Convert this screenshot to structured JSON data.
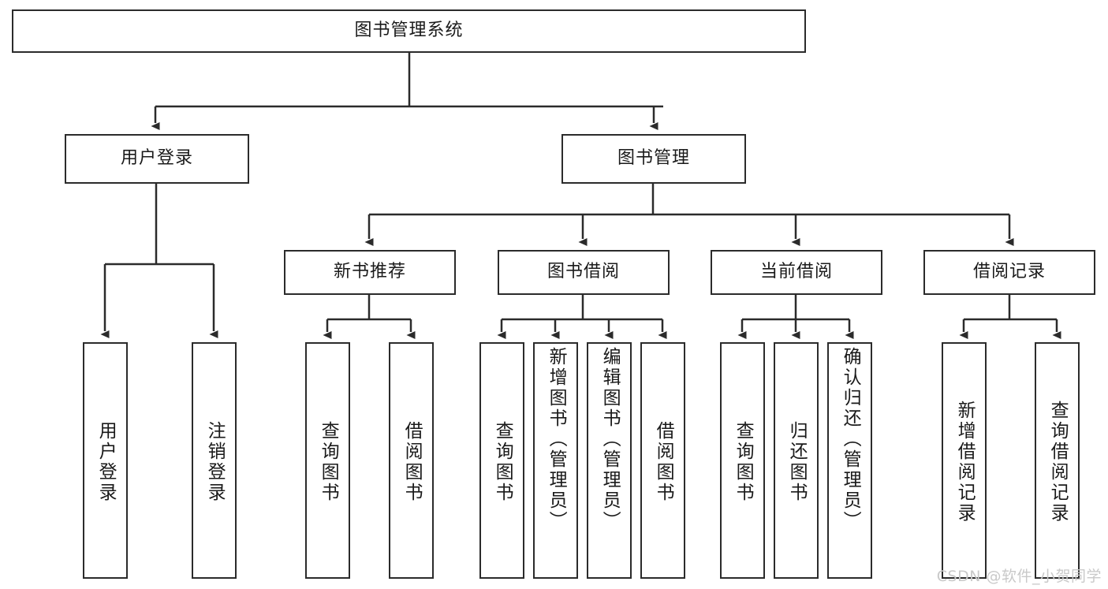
{
  "diagram": {
    "title": "图书管理系统",
    "type": "tree-hierarchy",
    "colors": {
      "box_border": "#2b2b2b",
      "box_fill": "#ffffff",
      "connector": "#2b2b2b",
      "background": "#ffffff",
      "watermark": "#c9c9c9"
    },
    "watermark": "CSDN @软件_小贺同学"
  },
  "nodes": {
    "root": {
      "label": "图书管理系统",
      "level": 0,
      "orientation": "horizontal"
    },
    "l1": [
      {
        "label": "用户登录",
        "orientation": "horizontal"
      },
      {
        "label": "图书管理",
        "orientation": "horizontal"
      }
    ],
    "l2": [
      {
        "label": "新书推荐",
        "orientation": "horizontal"
      },
      {
        "label": "图书借阅",
        "orientation": "horizontal"
      },
      {
        "label": "当前借阅",
        "orientation": "horizontal"
      },
      {
        "label": "借阅记录",
        "orientation": "horizontal"
      }
    ],
    "leaves": {
      "user_login": [
        {
          "label": "用户登录",
          "orientation": "vertical"
        },
        {
          "label": "注销登录",
          "orientation": "vertical"
        }
      ],
      "new_book_recommend": [
        {
          "label": "查询图书",
          "orientation": "vertical"
        },
        {
          "label": "借阅图书",
          "orientation": "vertical"
        }
      ],
      "book_borrow": [
        {
          "label": "查询图书",
          "orientation": "vertical"
        },
        {
          "label": "新增图书（管理员）",
          "orientation": "vertical"
        },
        {
          "label": "编辑图书（管理员）",
          "orientation": "vertical"
        },
        {
          "label": "借阅图书",
          "orientation": "vertical"
        }
      ],
      "current_borrow": [
        {
          "label": "查询图书",
          "orientation": "vertical"
        },
        {
          "label": "归还图书",
          "orientation": "vertical"
        },
        {
          "label": "确认归还（管理员）",
          "orientation": "vertical"
        }
      ],
      "borrow_record": [
        {
          "label": "新增借阅记录",
          "orientation": "vertical"
        },
        {
          "label": "查询借阅记录",
          "orientation": "vertical"
        }
      ]
    }
  },
  "edges": [
    {
      "from": "图书管理系统",
      "to": "用户登录"
    },
    {
      "from": "图书管理系统",
      "to": "图书管理"
    },
    {
      "from": "图书管理",
      "to": "新书推荐"
    },
    {
      "from": "图书管理",
      "to": "图书借阅"
    },
    {
      "from": "图书管理",
      "to": "当前借阅"
    },
    {
      "from": "图书管理",
      "to": "借阅记录"
    },
    {
      "from": "用户登录",
      "to": "用户登录(叶)"
    },
    {
      "from": "用户登录",
      "to": "注销登录"
    },
    {
      "from": "新书推荐",
      "to": "查询图书"
    },
    {
      "from": "新书推荐",
      "to": "借阅图书"
    },
    {
      "from": "图书借阅",
      "to": "查询图书"
    },
    {
      "from": "图书借阅",
      "to": "新增图书（管理员）"
    },
    {
      "from": "图书借阅",
      "to": "编辑图书（管理员）"
    },
    {
      "from": "图书借阅",
      "to": "借阅图书"
    },
    {
      "from": "当前借阅",
      "to": "查询图书"
    },
    {
      "from": "当前借阅",
      "to": "归还图书"
    },
    {
      "from": "当前借阅",
      "to": "确认归还（管理员）"
    },
    {
      "from": "借阅记录",
      "to": "新增借阅记录"
    },
    {
      "from": "借阅记录",
      "to": "查询借阅记录"
    }
  ]
}
